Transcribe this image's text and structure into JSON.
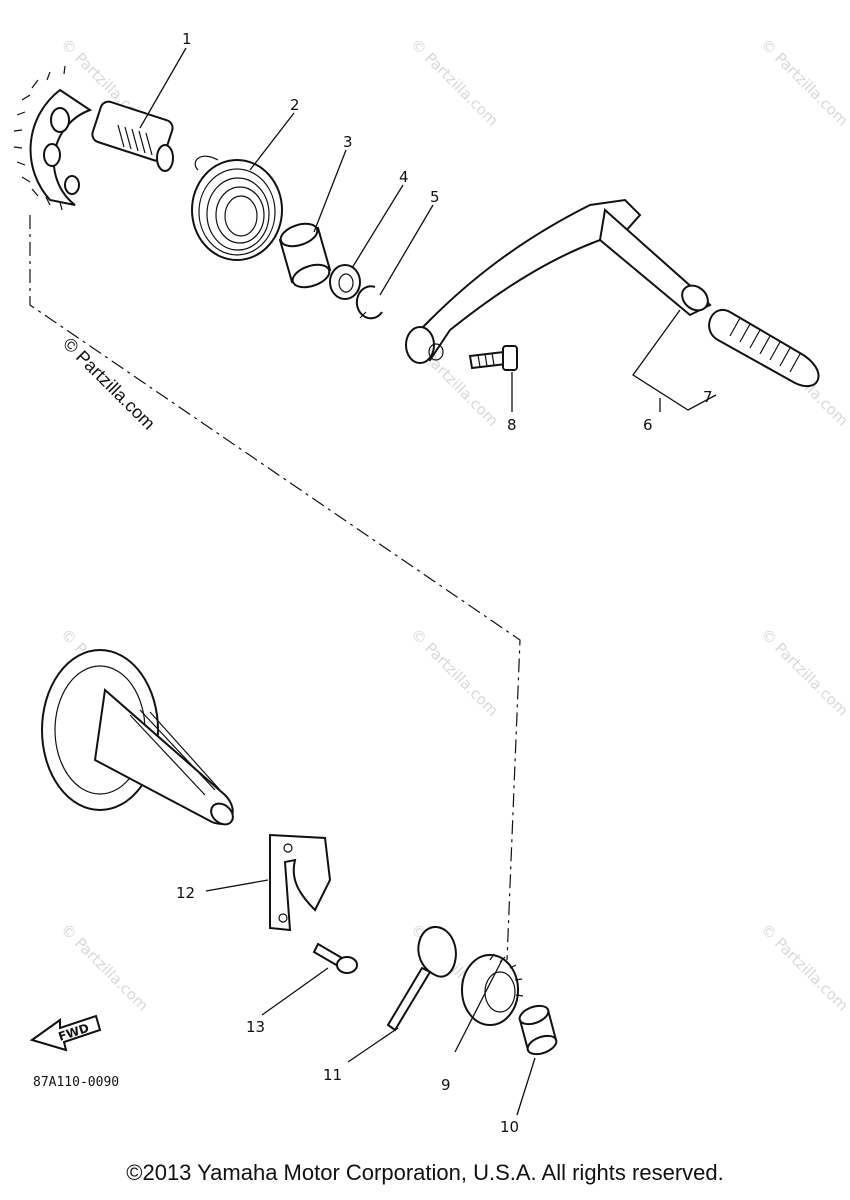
{
  "callouts": {
    "c1": "1",
    "c2": "2",
    "c3": "3",
    "c4": "4",
    "c5": "5",
    "c6": "6",
    "c7": "7",
    "c8": "8",
    "c9": "9",
    "c10": "10",
    "c11": "11",
    "c12": "12",
    "c13": "13"
  },
  "diagram_code": "87A110-0090",
  "fwd_label": "FWD",
  "watermark": "© Partzilla.com",
  "side_watermark": "© Partzilla.com",
  "copyright": "©2013 Yamaha Motor Corporation, U.S.A. All rights reserved."
}
